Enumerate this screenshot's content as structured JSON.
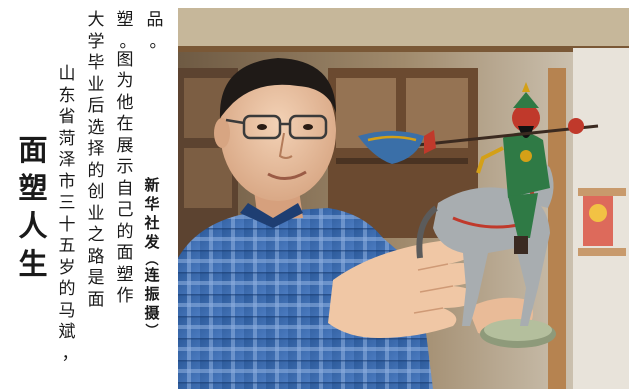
{
  "article": {
    "headline": "面塑人生",
    "body_lines": [
      "山东省菏泽市三十五岁的马斌，",
      "大学毕业后选择的创业之路是面",
      "塑。图为他在展示自己的面塑作",
      "品。"
    ],
    "credit": "新华社发（连振摄）"
  }
}
